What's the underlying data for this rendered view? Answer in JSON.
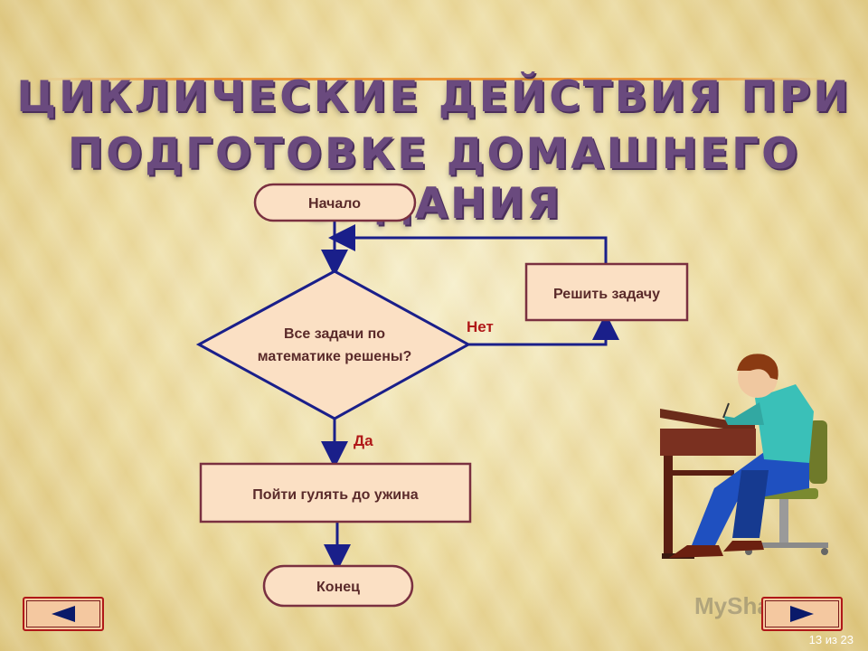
{
  "title": {
    "line1": "ЦИКЛИЧЕСКИЕ ДЕЙСТВИЯ ПРИ",
    "line2": "ПОДГОТОВКЕ ДОМАШНЕГО ЗАДАНИЯ"
  },
  "flowchart": {
    "start": "Начало",
    "decision_line1": "Все задачи по",
    "decision_line2": "математике решены?",
    "action_loop": "Решить задачу",
    "no_label": "Нет",
    "yes_label": "Да",
    "action_next": "Пойти гулять до ужина",
    "end": "Конец"
  },
  "colors": {
    "node_fill": "#fbe0c4",
    "node_border": "#7a3040",
    "arrow": "#1a1f8a",
    "title": "#6a4a7e"
  },
  "nav": {
    "prev_icon": "triangle-left-icon",
    "next_icon": "triangle-right-icon"
  },
  "watermark": "MyShared",
  "page_indicator": "13 из 23"
}
